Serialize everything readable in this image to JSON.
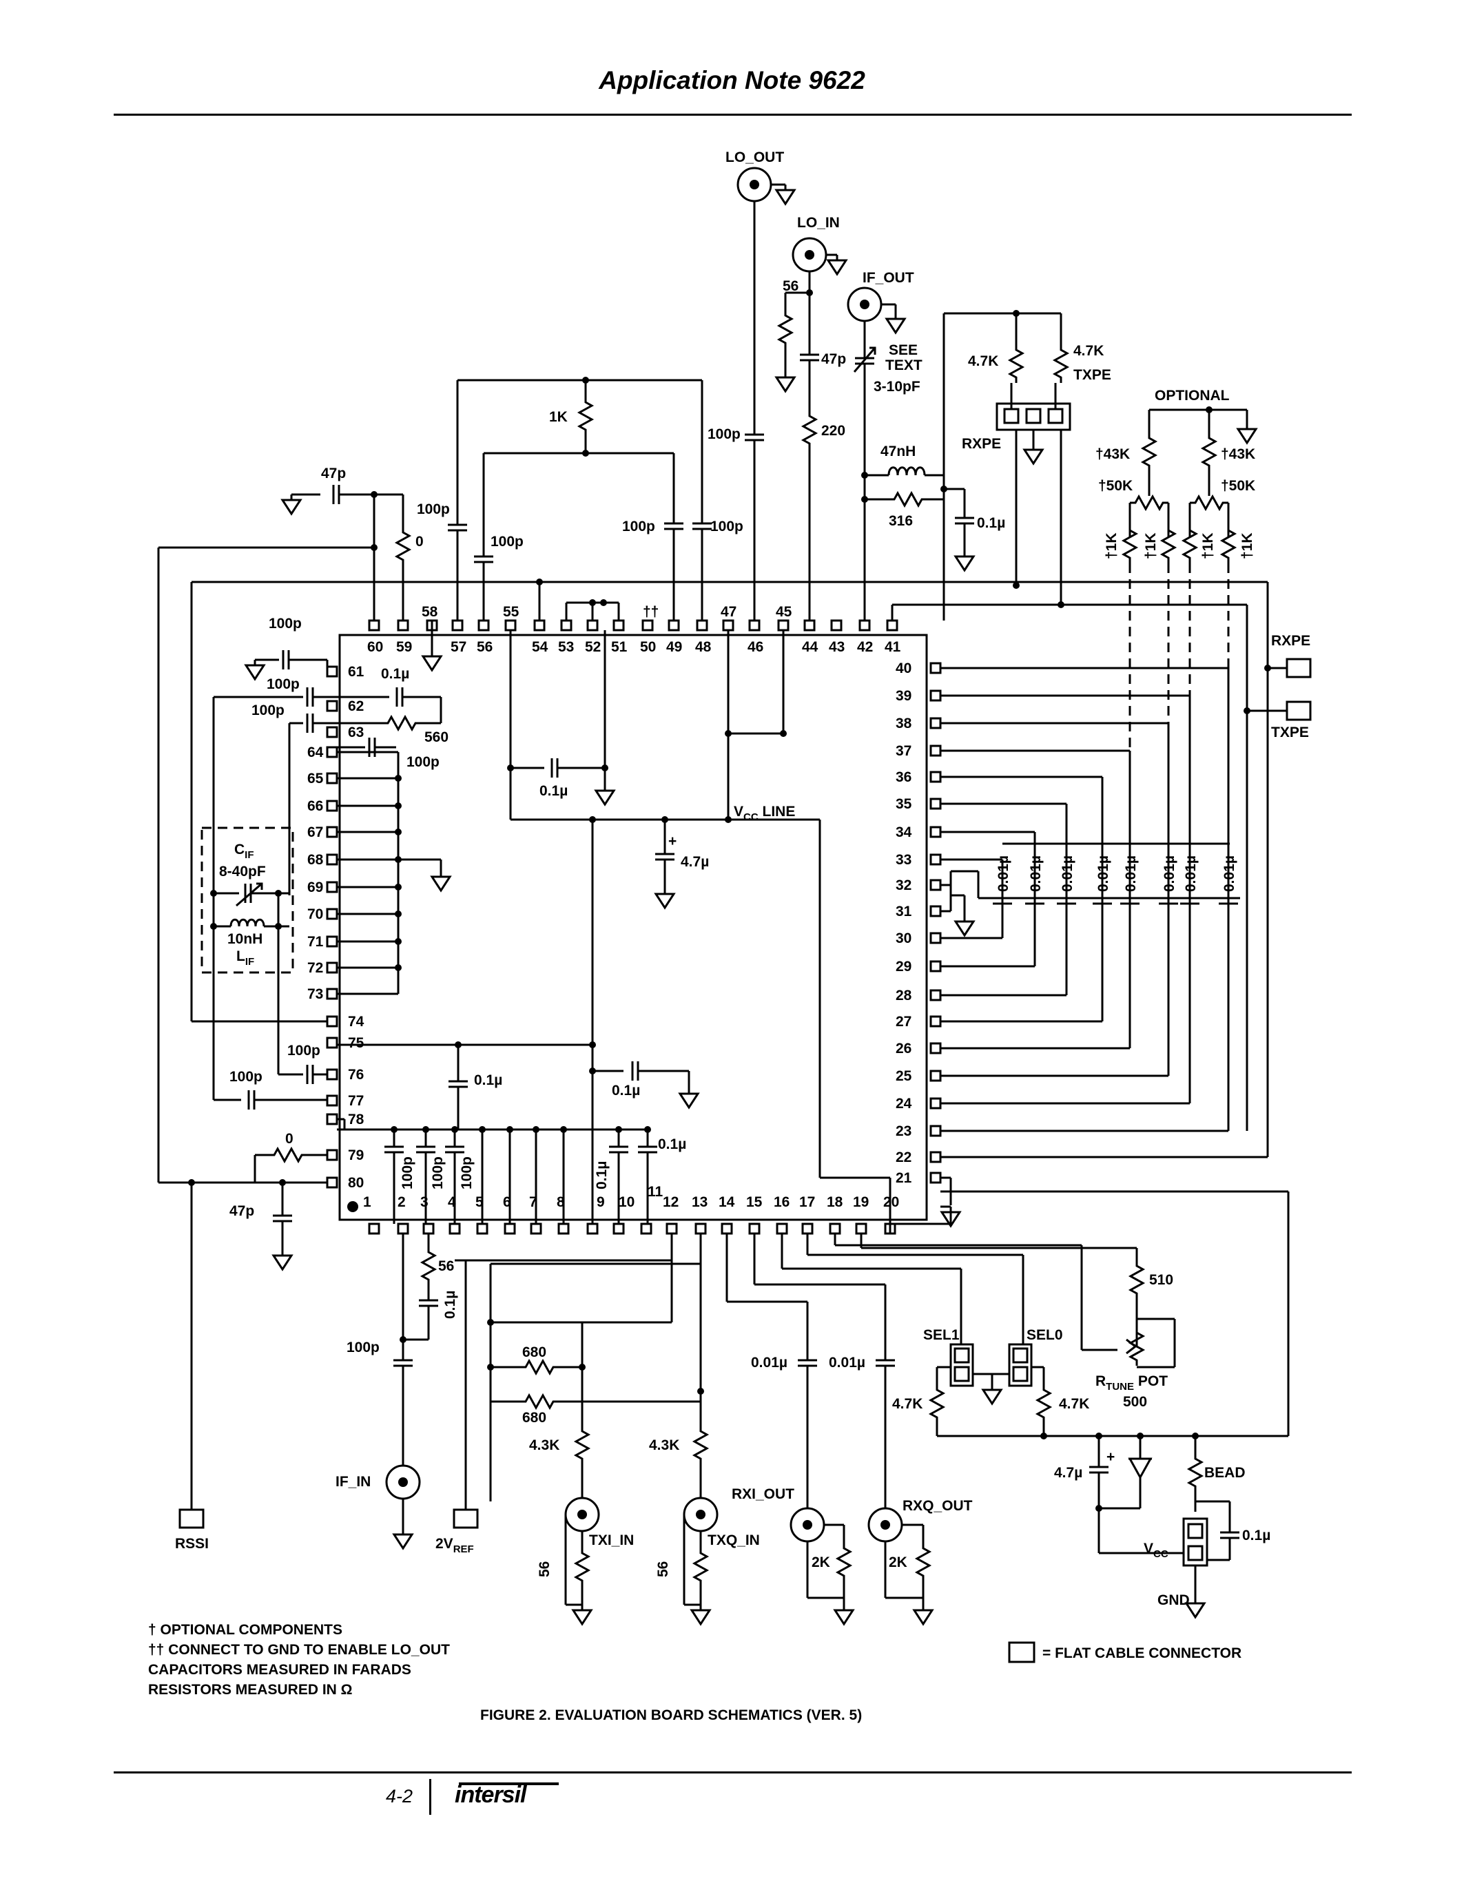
{
  "header": {
    "title": "Application Note 9622"
  },
  "footer": {
    "page_number": "4-2",
    "brand": "intersil"
  },
  "figure": {
    "caption": "FIGURE 2.  EVALUATION BOARD SCHEMATICS (VER. 5)",
    "notes": [
      "†  OPTIONAL COMPONENTS",
      "††  CONNECT TO GND TO ENABLE LO_OUT",
      "CAPACITORS MEASURED IN FARADS",
      "RESISTORS MEASURED IN Ω"
    ],
    "legend_text": "= FLAT CABLE CONNECTOR"
  },
  "connectors": {
    "lo_out": "LO_OUT",
    "lo_in": "LO_IN",
    "if_out": "IF_OUT",
    "if_in": "IF_IN",
    "txi_in": "TXI_IN",
    "txq_in": "TXQ_IN",
    "rxi_out": "RXI_OUT",
    "rxq_out": "RXQ_OUT",
    "rxpe": "RXPE",
    "txpe": "TXPE",
    "rssi": "RSSI",
    "vref_main": "2V",
    "vref_sub": "REF",
    "vcc": "V",
    "vcc_sub": "CC",
    "gnd": "GND",
    "sel1": "SEL1",
    "sel0": "SEL0",
    "rxpe_jumper": "RXPE",
    "txpe_jumper": "TXPE",
    "optional": "OPTIONAL",
    "vcc_line_main": "V",
    "vcc_line_sub": "CC",
    "vcc_line_suffix": " LINE"
  },
  "components": {
    "c_47p_top": "47p",
    "r_0_top": "0",
    "c_100p_58": "100p",
    "c_100p_56": "100p",
    "r_1k": "1K",
    "c_100p_49": "100p",
    "c_100p_48": "100p",
    "c_100p_lo": "100p",
    "r_56_lo": "56",
    "c_47p_lo": "47p",
    "r_220": "220",
    "see_text_1": "SEE",
    "see_text_2": "TEXT",
    "see_text_3": "3-10pF",
    "l_47nh": "47nH",
    "r_316": "316",
    "c_01u_if": "0.1µ",
    "r_4_7k_a": "4.7K",
    "r_4_7k_b": "4.7K",
    "r_43k_a": "†43K",
    "r_43k_b": "†43K",
    "r_50k_a": "†50K",
    "r_50k_b": "†50K",
    "r_1k_opt": "†1K",
    "c_100p_61": "100p",
    "c_01u_61": "0.1µ",
    "c_100p_62": "100p",
    "c_100p_63": "100p",
    "r_560": "560",
    "c_100p_64": "100p",
    "c_01u_mid": "0.1µ",
    "c_4_7u_mid": "4.7µ",
    "cif_main": "C",
    "cif_sub": "IF",
    "cif_range": "8-40pF",
    "lif_val": "10nH",
    "lif_main": "L",
    "lif_sub": "IF",
    "c_100p_76": "100p",
    "c_100p_77": "100p",
    "c_01u_75": "0.1µ",
    "c_01u_bot": "0.1µ",
    "r_0_79": "0",
    "c_47p_80": "47p",
    "c_100p_b1": "100p",
    "c_100p_b2": "100p",
    "c_100p_b3": "100p",
    "c_01u_9": "0.1µ",
    "c_01u_11": "0.1µ",
    "r_56_3": "56",
    "c_01u_3": "0.1µ",
    "c_100p_if": "100p",
    "r_680_a": "680",
    "r_680_b": "680",
    "r_4_3k_a": "4.3K",
    "r_4_3k_b": "4.3K",
    "r_56_txi": "56",
    "r_56_txq": "56",
    "c_001u_rxi": "0.01µ",
    "c_001u_rxq": "0.01µ",
    "r_2k_a": "2K",
    "r_2k_b": "2K",
    "r_510": "510",
    "rtune_main": "R",
    "rtune_sub": "TUNE",
    "rtune_suffix": " POT",
    "rtune_val": "500",
    "r_4_7k_sel1": "4.7K",
    "r_4_7k_sel0": "4.7K",
    "c_4_7u_pwr": "4.7µ",
    "bead": "BEAD",
    "c_01u_pwr": "0.1µ",
    "c_001u_bank": "0.01µ",
    "dagger2": "††",
    "pin1_dot": "1"
  },
  "pins": {
    "top": [
      "60",
      "59",
      "58",
      "57",
      "56",
      "55",
      "54",
      "53",
      "52",
      "51",
      "50",
      "49",
      "48",
      "47",
      "46",
      "45",
      "44",
      "43",
      "42",
      "41"
    ],
    "right": [
      "40",
      "39",
      "38",
      "37",
      "36",
      "35",
      "34",
      "33",
      "32",
      "31",
      "30",
      "29",
      "28",
      "27",
      "26",
      "25",
      "24",
      "23",
      "22",
      "21"
    ],
    "left": [
      "61",
      "62",
      "63",
      "64",
      "65",
      "66",
      "67",
      "68",
      "69",
      "70",
      "71",
      "72",
      "73",
      "74",
      "75",
      "76",
      "77",
      "78",
      "79",
      "80"
    ],
    "bottom": [
      "1",
      "2",
      "3",
      "4",
      "5",
      "6",
      "7",
      "8",
      "9",
      "10",
      "11",
      "12",
      "13",
      "14",
      "15",
      "16",
      "17",
      "18",
      "19",
      "20"
    ]
  }
}
